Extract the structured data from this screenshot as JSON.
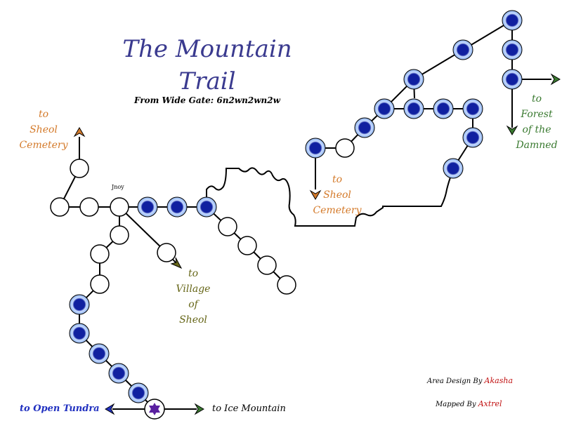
{
  "title_line1": "The Mountain",
  "title_line2": "Trail",
  "subtitle": "From Wide Gate: 6n2wn2wn2w",
  "room_label": "Jnoy",
  "exits": {
    "sheol_cemetery_left": [
      "to",
      "Sheol",
      "Cemetery"
    ],
    "sheol_cemetery_right": [
      "to",
      "Sheol",
      "Cemetery"
    ],
    "village_of_sheol": [
      "to",
      "Village",
      "of",
      "Sheol"
    ],
    "forest_of_the_damned": [
      "to",
      "Forest",
      "of the",
      "Damned"
    ],
    "open_tundra": "to Open Tundra",
    "ice_mountain": "to Ice Mountain"
  },
  "credits": {
    "design_prefix": "Area Design By",
    "design_name": "Akasha",
    "mapped_prefix": "Mapped By",
    "mapped_name": "Axtrel"
  },
  "colors": {
    "room_fill": "#ffffff",
    "room_stroke": "#000000",
    "special_fill": "#1020a0",
    "special_glow": "#7aa8ee",
    "title": "#3a3a8f",
    "exit_orange": "#d47a2a",
    "exit_green": "#3a7a30",
    "exit_olive": "#666618",
    "exit_blue": "#2030c0",
    "credit_name": "#c01010",
    "start_star": "#5a20a0"
  },
  "icons": {
    "start_marker": "star-of-david-icon",
    "exit_marker": "arrowhead-icon"
  }
}
